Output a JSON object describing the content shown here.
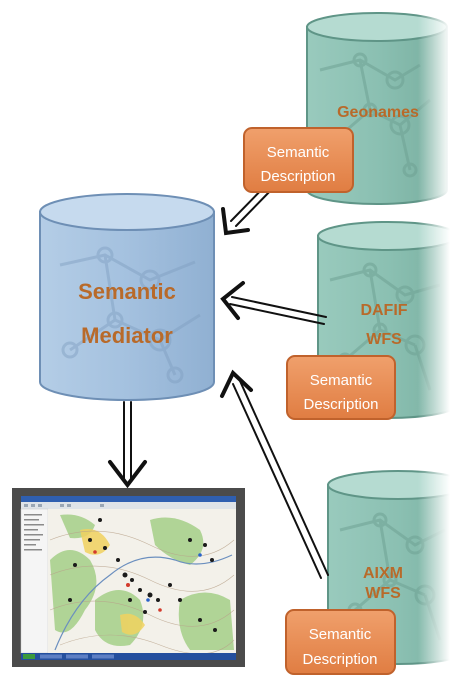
{
  "mediator": {
    "title_line1": "Semantic",
    "title_line2": "Mediator"
  },
  "sources": [
    {
      "name_line1": "Geonames",
      "name_line2": "",
      "description_line1": "Semantic",
      "description_line2": "Description"
    },
    {
      "name_line1": "DAFIF",
      "name_line2": "WFS",
      "description_line1": "Semantic",
      "description_line2": "Description"
    },
    {
      "name_line1": "AIXM",
      "name_line2": "WFS",
      "description_line1": "Semantic",
      "description_line2": "Description"
    }
  ],
  "colors": {
    "mediator_fill": "#a9c5e2",
    "mediator_stroke": "#6e8fb5",
    "source_fill": "#8fc4b6",
    "source_stroke": "#5f9587",
    "description_fill": "#e88a52",
    "description_stroke": "#c0622c",
    "label_text": "#b86a2a",
    "arrow": "#111111"
  },
  "map_screenshot": {
    "description": ""
  }
}
